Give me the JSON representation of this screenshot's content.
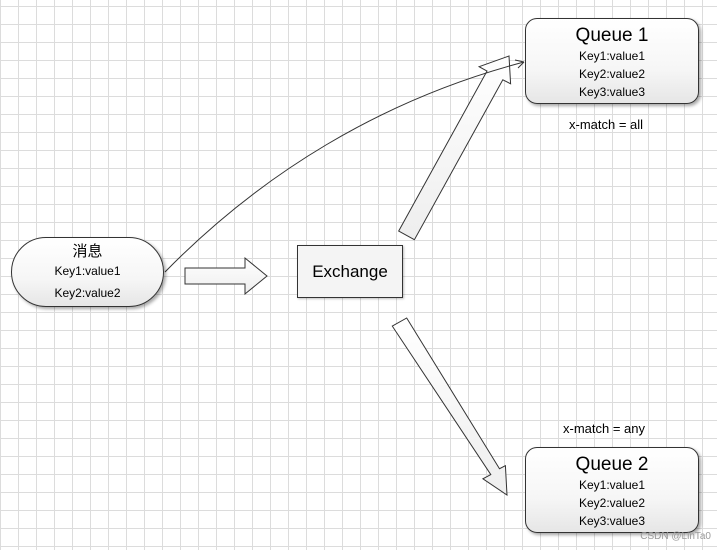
{
  "message": {
    "title": "消息",
    "headers": [
      "Key1:value1",
      "Key2:value2"
    ]
  },
  "exchange": {
    "label": "Exchange"
  },
  "queues": [
    {
      "title": "Queue 1",
      "headers": [
        "Key1:value1",
        "Key2:value2",
        "Key3:value3"
      ],
      "match_rule": "x-match = all"
    },
    {
      "title": "Queue 2",
      "headers": [
        "Key1:value1",
        "Key2:value2",
        "Key3:value3"
      ],
      "match_rule": "x-match = any"
    }
  ],
  "watermark": "CSDN @LinTa0",
  "colors": {
    "stroke": "#333333",
    "box_fill": "#f6f6f6",
    "grid": "#dcdcdc"
  }
}
